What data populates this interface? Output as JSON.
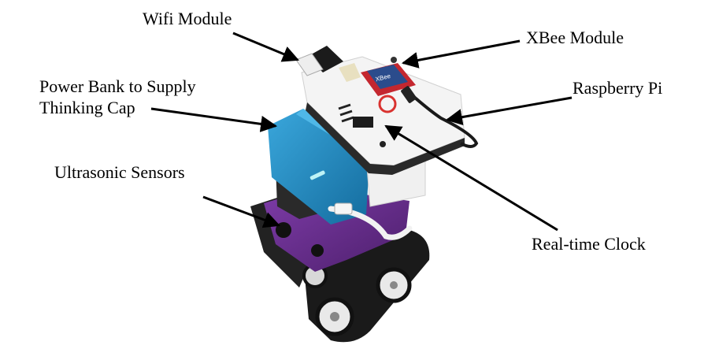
{
  "labels": {
    "wifi": "Wifi Module",
    "xbee": "XBee Module",
    "power_line1": "Power Bank to Supply",
    "power_line2": "Thinking Cap",
    "rpi": "Raspberry Pi",
    "ultrasonic": "Ultrasonic Sensors",
    "rtc": "Real-time Clock"
  },
  "board_text": "XBee",
  "colors": {
    "background": "#ffffff",
    "text": "#000000",
    "chassis_purple": "#6a2d8f",
    "power_bank_blue": "#1d8bc4",
    "case_white": "#f4f4f4",
    "xbee_board_red": "#c4272f",
    "xbee_module_blue": "#2b4c8c",
    "tread_black": "#1a1a1a"
  }
}
